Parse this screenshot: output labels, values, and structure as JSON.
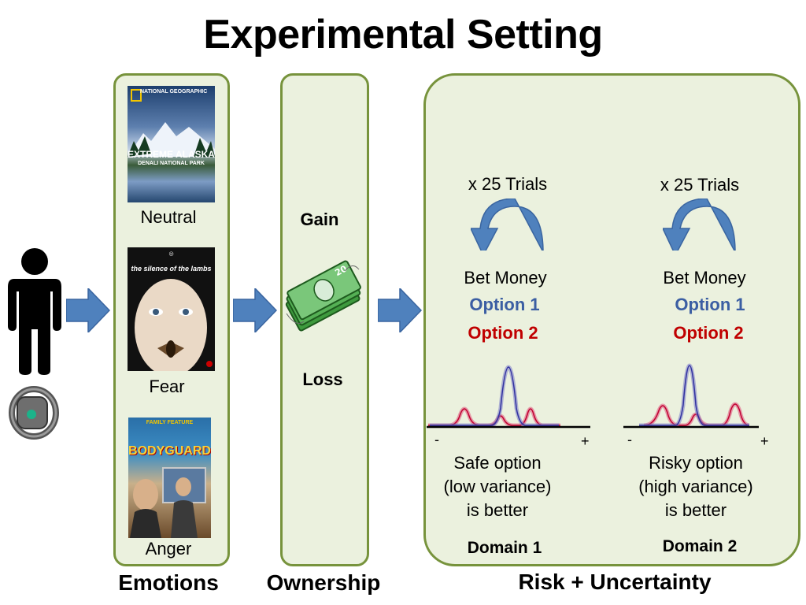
{
  "title": "Experimental Setting",
  "columns": {
    "emotions": "Emotions",
    "ownership": "Ownership",
    "risk": "Risk + Uncertainty"
  },
  "emotions": [
    {
      "label": "Neutral",
      "poster_title": "EXTREME ALASKA",
      "poster_sub": "DENALI NATIONAL PARK",
      "poster_brand": "NATIONAL GEOGRAPHIC"
    },
    {
      "label": "Fear",
      "poster_title": "the silence of the lambs"
    },
    {
      "label": "Anger",
      "poster_title": "BODYGUARD",
      "poster_brand": "FAMILY FEATURE"
    }
  ],
  "ownership": {
    "gain": "Gain",
    "loss": "Loss"
  },
  "domains": [
    {
      "trials": "x 25 Trials",
      "bet": "Bet Money",
      "option1": "Option 1",
      "option2": "Option 2",
      "minus": "-",
      "plus": "+",
      "desc_line1": "Safe option",
      "desc_line2": "(low variance)",
      "desc_line3": "is better",
      "name": "Domain 1"
    },
    {
      "trials": "x 25 Trials",
      "bet": "Bet Money",
      "option1": "Option 1",
      "option2": "Option 2",
      "minus": "-",
      "plus": "+",
      "desc_line1": "Risky option",
      "desc_line2": "(high variance)",
      "desc_line3": "is better",
      "name": "Domain 2"
    }
  ],
  "colors": {
    "panel_fill": "#ebf1de",
    "panel_border": "#77933c",
    "arrow": "#4f81bd",
    "option1": "#3b5ea3",
    "option2": "#c00000"
  }
}
